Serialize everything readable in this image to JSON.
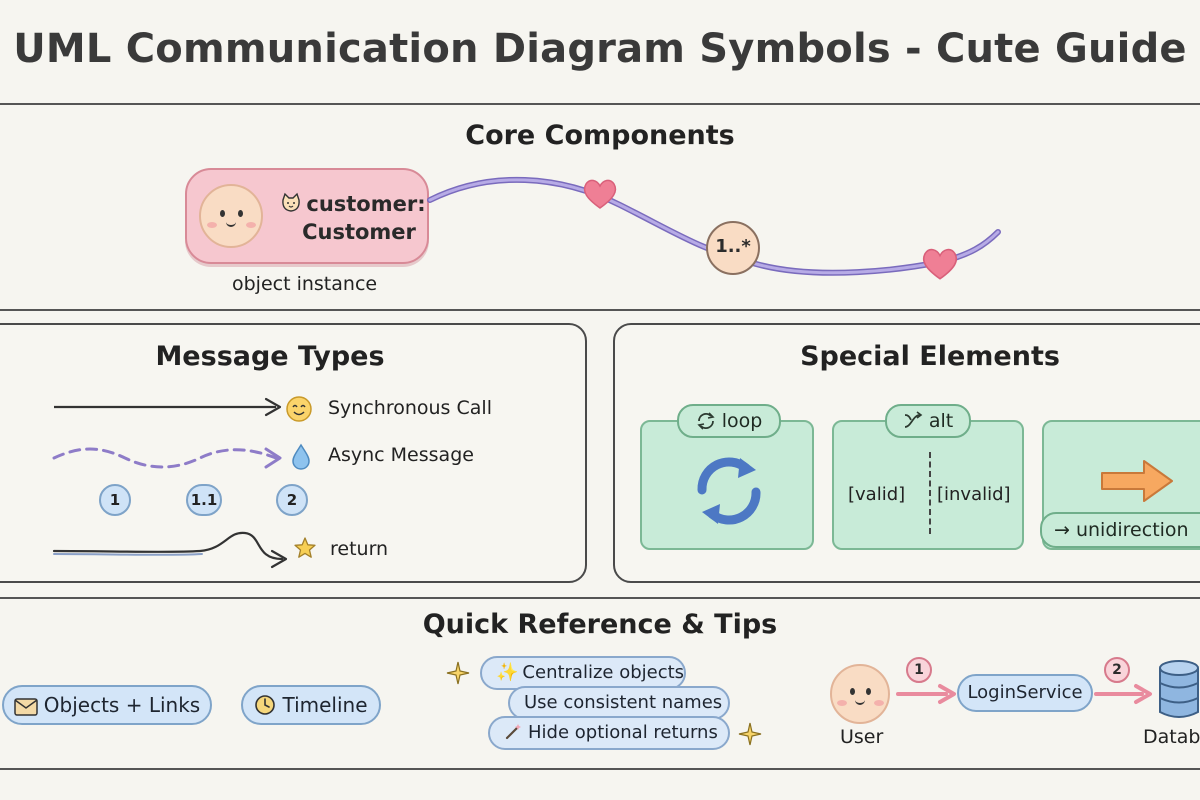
{
  "title": "UML Communication Diagram Symbols - Cute Guide",
  "core": {
    "heading": "Core Components",
    "object_label_line1": "customer:",
    "object_label_line2": "Customer",
    "object_caption": "object instance",
    "multiplicity": "1..*"
  },
  "messages": {
    "heading": "Message Types",
    "sync_label": "Synchronous Call",
    "async_label": "Async Message",
    "sequence_numbers": [
      "1",
      "1.1",
      "2"
    ],
    "return_label": "return"
  },
  "special": {
    "heading": "Special Elements",
    "loop_label": "loop",
    "alt_label": "alt",
    "alt_valid": "[valid]",
    "alt_invalid": "[invalid]",
    "unidirection_label": "→ unidirection"
  },
  "tips": {
    "heading": "Quick Reference & Tips",
    "objects_links": "Objects + Links",
    "timeline": "Timeline",
    "tip1": "Centralize objects",
    "tip2": "Use consistent names",
    "tip3": "Hide optional returns",
    "flow_user": "User",
    "flow_step1": "1",
    "flow_service": "LoginService",
    "flow_step2": "2",
    "flow_db": "Database"
  },
  "colors": {
    "object_pink": "#f6c7cf",
    "link_purple": "#a99ad8",
    "heart": "#ef7f95",
    "fragment_green": "#c8ebd8",
    "message_blue": "#d3e5f8",
    "unidirection_orange": "#f7a860"
  },
  "icons": [
    "cat-face-icon",
    "heart-icon",
    "smile-icon",
    "droplet-icon",
    "star-icon",
    "loop-arrows-icon",
    "shuffle-icon",
    "right-arrow-icon",
    "envelope-icon",
    "clock-icon",
    "sparkle-icon",
    "wand-icon",
    "database-icon"
  ]
}
